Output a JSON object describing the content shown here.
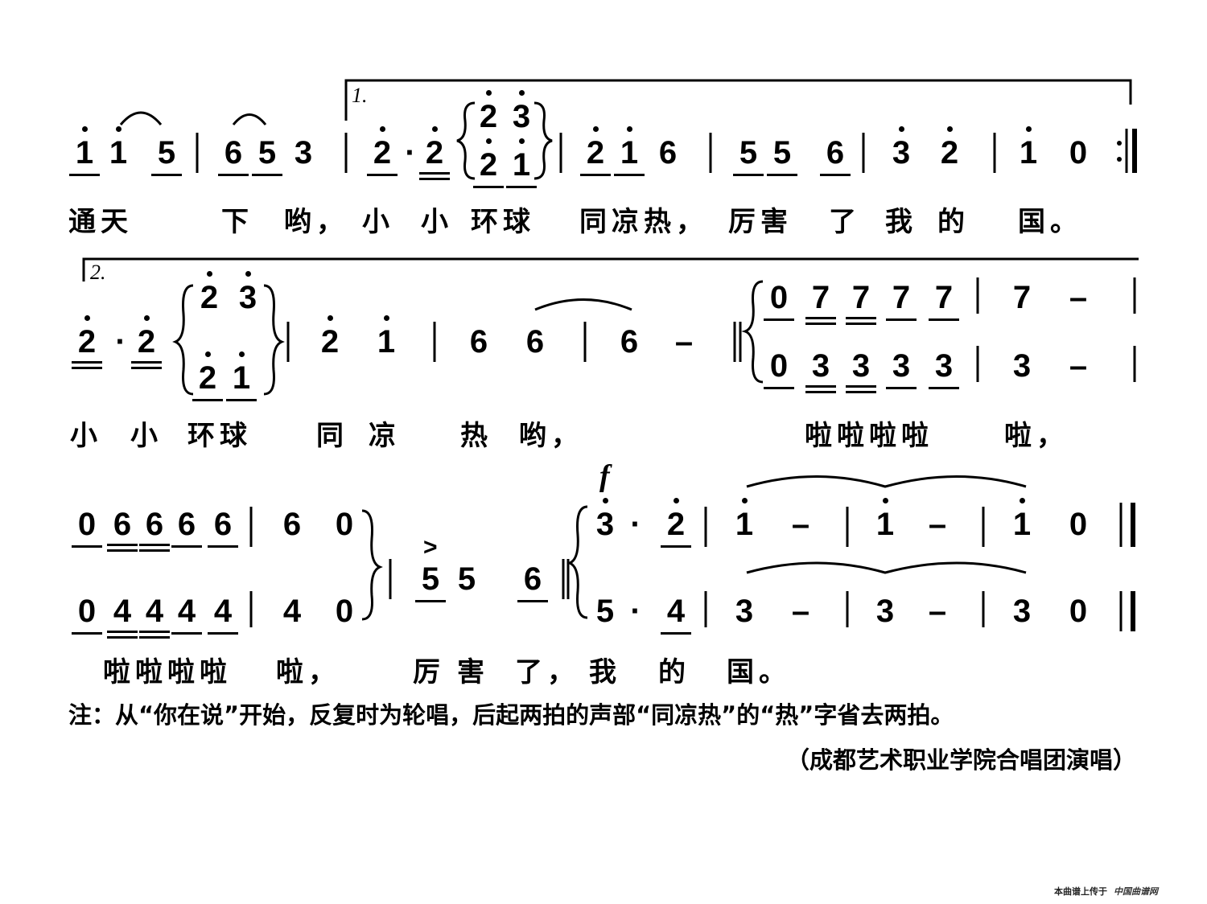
{
  "score": {
    "s1": {
      "volta": "1.",
      "notes": [
        "1",
        "1",
        "5",
        "6",
        "5",
        "3",
        "2",
        "·",
        "2",
        "2",
        "3",
        "2",
        "1",
        "2",
        "1",
        "6",
        "5",
        "5",
        "6",
        "3",
        "2",
        "1",
        "0"
      ],
      "lyrics": [
        "通天",
        "下",
        "哟，",
        "小",
        "小",
        "环球",
        "同凉热，",
        "厉害",
        "了",
        "我",
        "的",
        "国。"
      ]
    },
    "s2": {
      "volta": "2.",
      "notes": [
        "2",
        "·",
        "2",
        "2",
        "3",
        "2",
        "1",
        "2",
        "1",
        "6",
        "6",
        "6",
        "–"
      ],
      "upper": [
        "0",
        "7",
        "7",
        "7",
        "7",
        "7",
        "–"
      ],
      "lower": [
        "0",
        "3",
        "3",
        "3",
        "3",
        "3",
        "–"
      ],
      "lyrics": [
        "小",
        "小",
        "环球",
        "同",
        "凉",
        "热",
        "哟，",
        "啦啦啦啦",
        "啦，"
      ]
    },
    "s3": {
      "upper": [
        "0",
        "6",
        "6",
        "6",
        "6",
        "6",
        "0"
      ],
      "lower": [
        "0",
        "4",
        "4",
        "4",
        "4",
        "4",
        "0"
      ],
      "mid": [
        "5",
        "5",
        "6"
      ],
      "accent": ">",
      "dynamic": "f",
      "r_upper": [
        "3",
        "·",
        "2",
        "1",
        "–",
        "1",
        "–",
        "1",
        "0"
      ],
      "r_lower": [
        "5",
        "·",
        "4",
        "3",
        "–",
        "3",
        "–",
        "3",
        "0"
      ],
      "lyrics": [
        "啦啦啦啦",
        "啦，",
        "厉",
        "害",
        "了，",
        "我",
        "的",
        "国。"
      ]
    }
  },
  "note": "注：从“你在说”开始，反复时为轮唱，后起两拍的声部“同凉热”的“热”字省去两拍。",
  "credit": "（成都艺术职业学院合唱团演唱）",
  "footer": {
    "uploaded": "本曲谱上传于",
    "site": "中国曲谱网"
  }
}
